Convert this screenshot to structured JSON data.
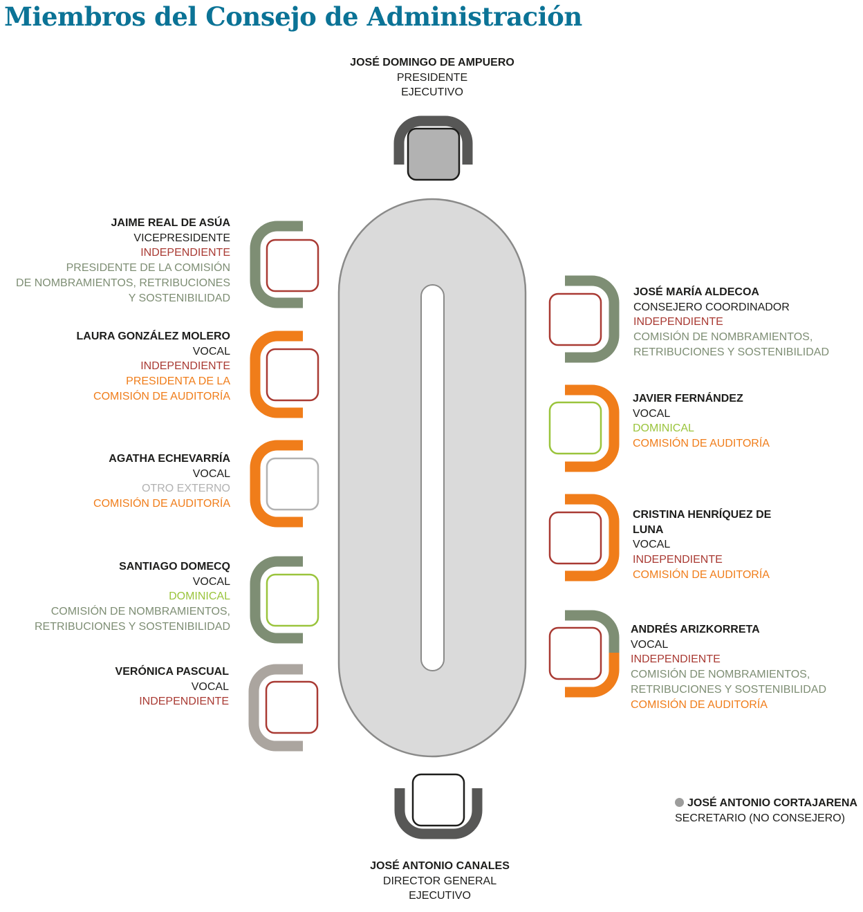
{
  "title": "Miembros del Consejo de Administración",
  "colors": {
    "title": "#0b7396",
    "ejecutivo": "#575756",
    "independiente": "#a93a33",
    "dominical": "#9ac43c",
    "otro_externo": "#b2b2b2",
    "comision_nombramientos": "#7e8e74",
    "comision_auditoria": "#f07d1a",
    "sin_comision": "#aba59f",
    "table": "#dadada"
  },
  "members": {
    "presidente": {
      "name": "JOSÉ DOMINGO DE AMPUERO",
      "lines": [
        "PRESIDENTE",
        "EJECUTIVO"
      ]
    },
    "m1": {
      "name": "JAIME REAL DE ASÚA",
      "role": "VICEPRESIDENTE",
      "type": "INDEPENDIENTE",
      "committee": [
        "PRESIDENTE DE LA COMISIÓN",
        "DE NOMBRAMIENTOS, RETRIBUCIONES",
        "Y SOSTENIBILIDAD"
      ]
    },
    "m2": {
      "name": "LAURA GONZÁLEZ MOLERO",
      "role": "VOCAL",
      "type": "INDEPENDIENTE",
      "committee": [
        "PRESIDENTA DE LA",
        "COMISIÓN DE AUDITORÍA"
      ]
    },
    "m3": {
      "name": "AGATHA ECHEVARRÍA",
      "role": "VOCAL",
      "type": "OTRO EXTERNO",
      "committee": [
        "COMISIÓN DE AUDITORÍA"
      ]
    },
    "m4": {
      "name": "SANTIAGO DOMECQ",
      "role": "VOCAL",
      "type": "DOMINICAL",
      "committee": [
        "COMISIÓN DE NOMBRAMIENTOS,",
        "RETRIBUCIONES Y SOSTENIBILIDAD"
      ]
    },
    "m5": {
      "name": "VERÓNICA PASCUAL",
      "role": "VOCAL",
      "type": "INDEPENDIENTE"
    },
    "m6": {
      "name": "JOSÉ MARÍA ALDECOA",
      "role": "CONSEJERO COORDINADOR",
      "type": "INDEPENDIENTE",
      "committee": [
        "COMISIÓN DE NOMBRAMIENTOS,",
        "RETRIBUCIONES Y SOSTENIBILIDAD"
      ]
    },
    "m7": {
      "name": "JAVIER FERNÁNDEZ",
      "role": "VOCAL",
      "type": "DOMINICAL",
      "committee": [
        "COMISIÓN DE AUDITORÍA"
      ]
    },
    "m8": {
      "name": [
        "CRISTINA HENRÍQUEZ DE",
        "LUNA"
      ],
      "role": "VOCAL",
      "type": "INDEPENDIENTE",
      "committee": [
        "COMISIÓN DE AUDITORÍA"
      ]
    },
    "m9": {
      "name": "ANDRÉS ARIZKORRETA",
      "role": "VOCAL",
      "type": "INDEPENDIENTE",
      "committee_nom": [
        "COMISIÓN DE NOMBRAMIENTOS,",
        "RETRIBUCIONES Y SOSTENIBILIDAD"
      ],
      "committee_aud": "COMISIÓN DE AUDITORÍA"
    },
    "director": {
      "name": "JOSÉ ANTONIO CANALES",
      "lines": [
        "DIRECTOR GENERAL",
        "EJECUTIVO"
      ]
    }
  },
  "secretario": {
    "name": "JOSÉ ANTONIO CORTAJARENA",
    "role": "SECRETARIO (NO CONSEJERO)"
  }
}
